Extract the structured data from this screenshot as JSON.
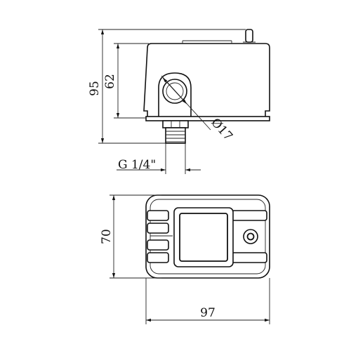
{
  "side_view": {
    "dim_height_total": "95",
    "dim_height_body": "62",
    "dim_hole_diameter": "Ø17",
    "dim_thread": "G 1/4\""
  },
  "front_view": {
    "dim_height": "70",
    "dim_width": "97"
  }
}
